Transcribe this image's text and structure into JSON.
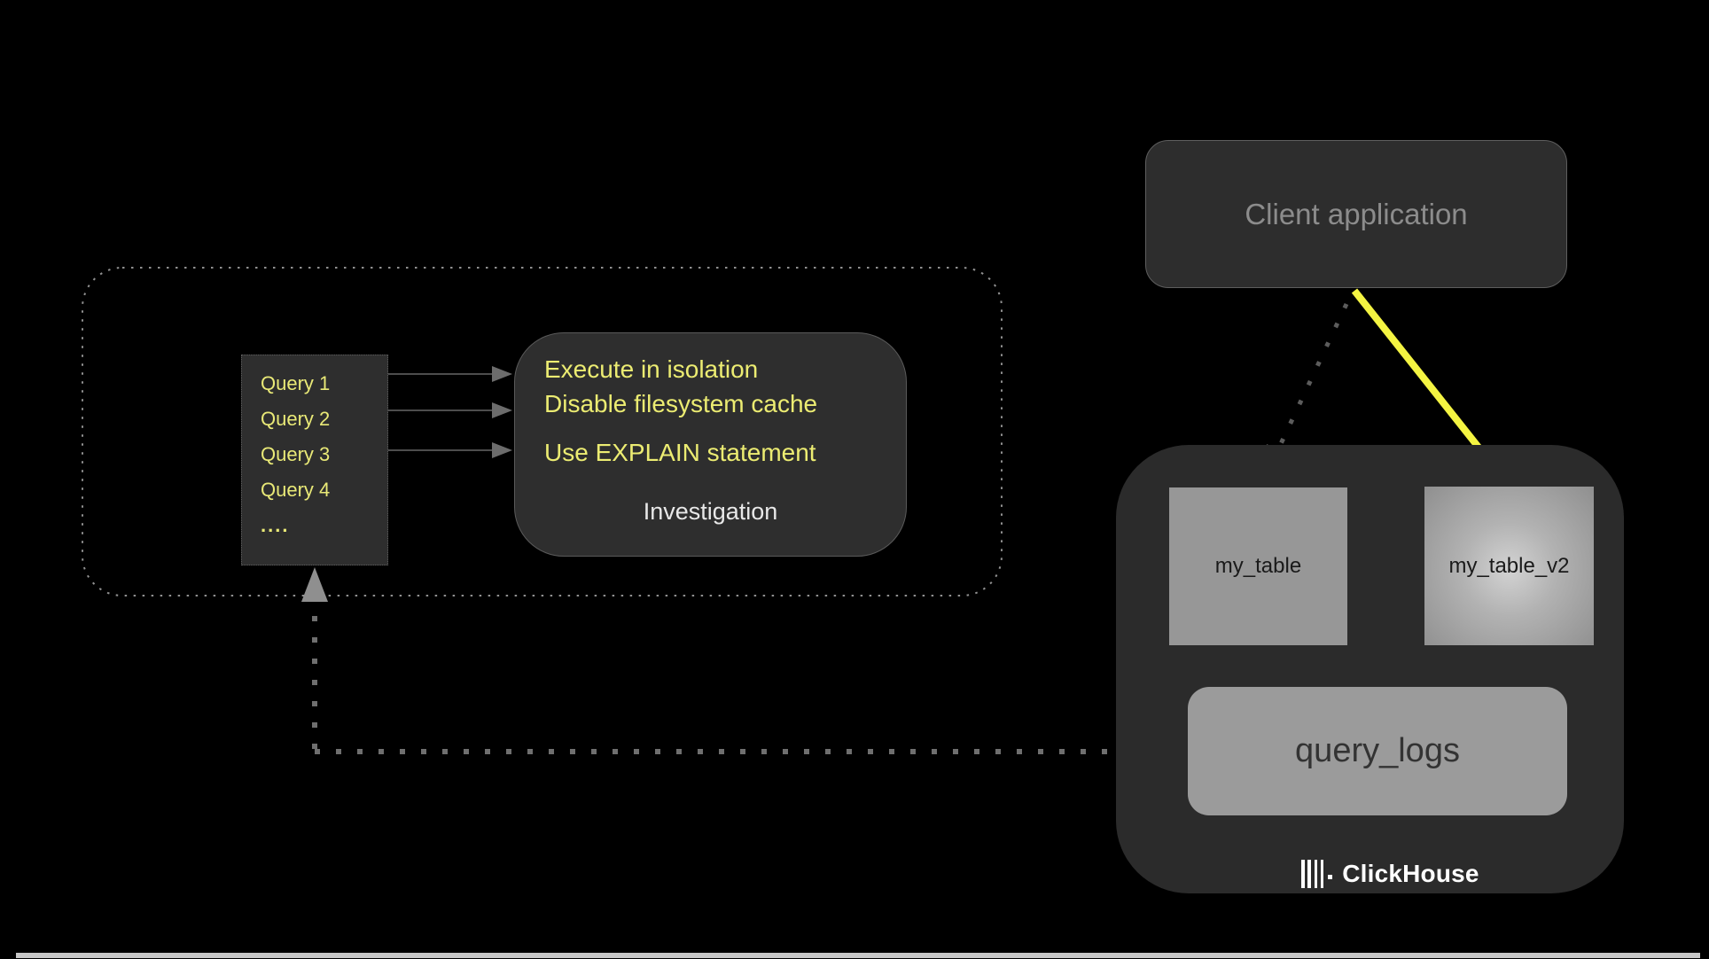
{
  "investigation_group": {
    "queries": {
      "items": [
        "Query 1",
        "Query 2",
        "Query 3",
        "Query 4"
      ],
      "ellipsis": "...."
    },
    "tips": {
      "line1": "Execute in isolation",
      "line2": "Disable filesystem cache",
      "line3": "Use EXPLAIN statement"
    },
    "label": "Investigation"
  },
  "client": {
    "label": "Client application"
  },
  "clickhouse": {
    "tables": {
      "table1": "my_table",
      "table2": "my_table_v2"
    },
    "query_logs_label": "query_logs",
    "brand": "ClickHouse"
  },
  "connectors": {
    "query_arrows_count": 3,
    "client_to_my_table": "dotted",
    "client_to_my_table_v2": "solid-yellow",
    "query_logs_to_queries": "dotted-elbow"
  },
  "colors": {
    "background": "#000000",
    "panel_dark": "#2e2e2e",
    "container_dark": "#2b2b2b",
    "text_yellow": "#ecec72",
    "arrow_yellow": "#f4f442",
    "gray_table": "#979797",
    "gray_logs": "#9b9b9b",
    "muted_text": "#8c8c8c",
    "dotted_gray": "#6f6f6f"
  }
}
